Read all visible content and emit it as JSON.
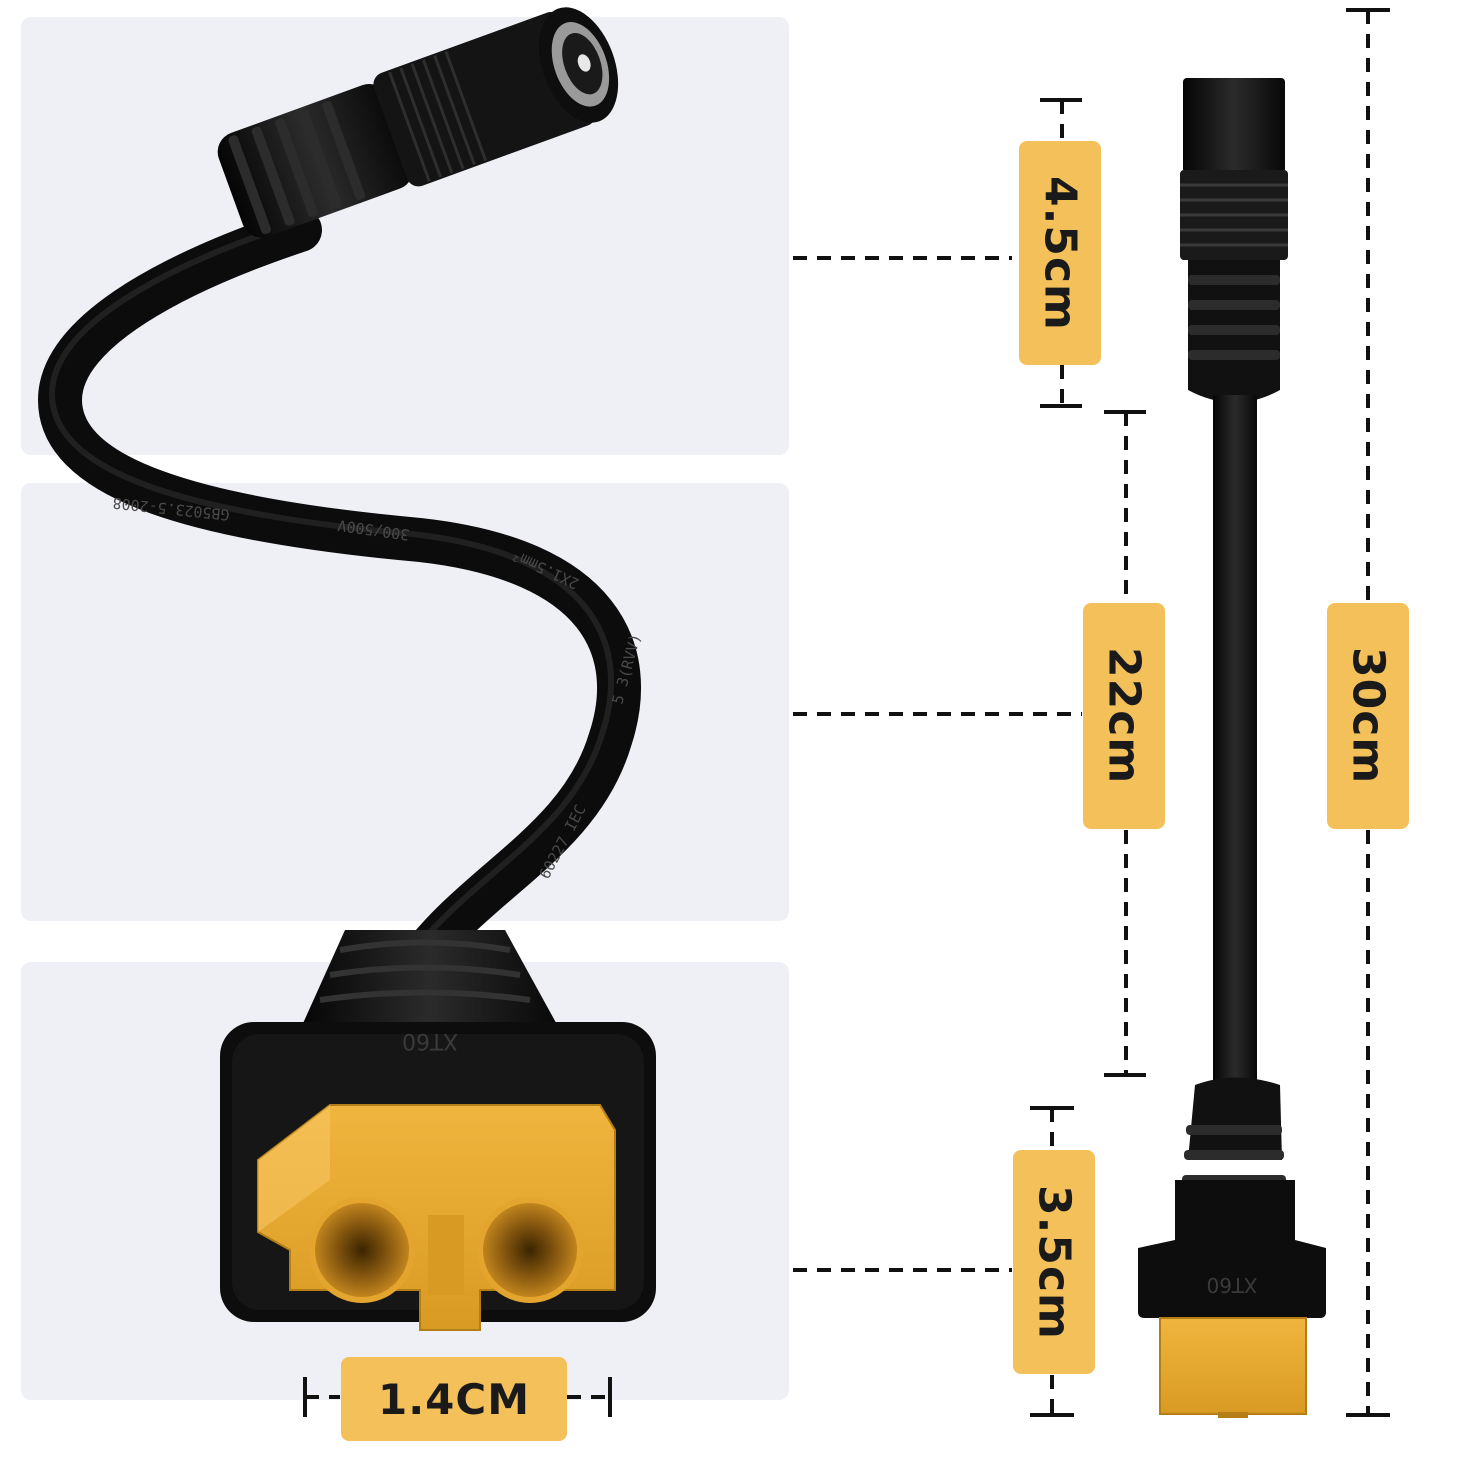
{
  "dimensions": {
    "dc_plug_length": "4.5cm",
    "cable_length": "22cm",
    "total_length": "30cm",
    "xt60_length": "3.5cm",
    "xt60_width": "1.4CM"
  },
  "cable_print": {
    "standard": "GB5023.5-2008",
    "voltage": "300/500V",
    "gauge": "2X1.5mm²",
    "type": "5 3(RVV)",
    "iec": "60227 IEC"
  },
  "connector_print": "XT60",
  "colors": {
    "label_bg": "#f4c05a",
    "panel_bg": "#eef0f5",
    "cable": "#111111",
    "xt60": "#e3a52e"
  }
}
